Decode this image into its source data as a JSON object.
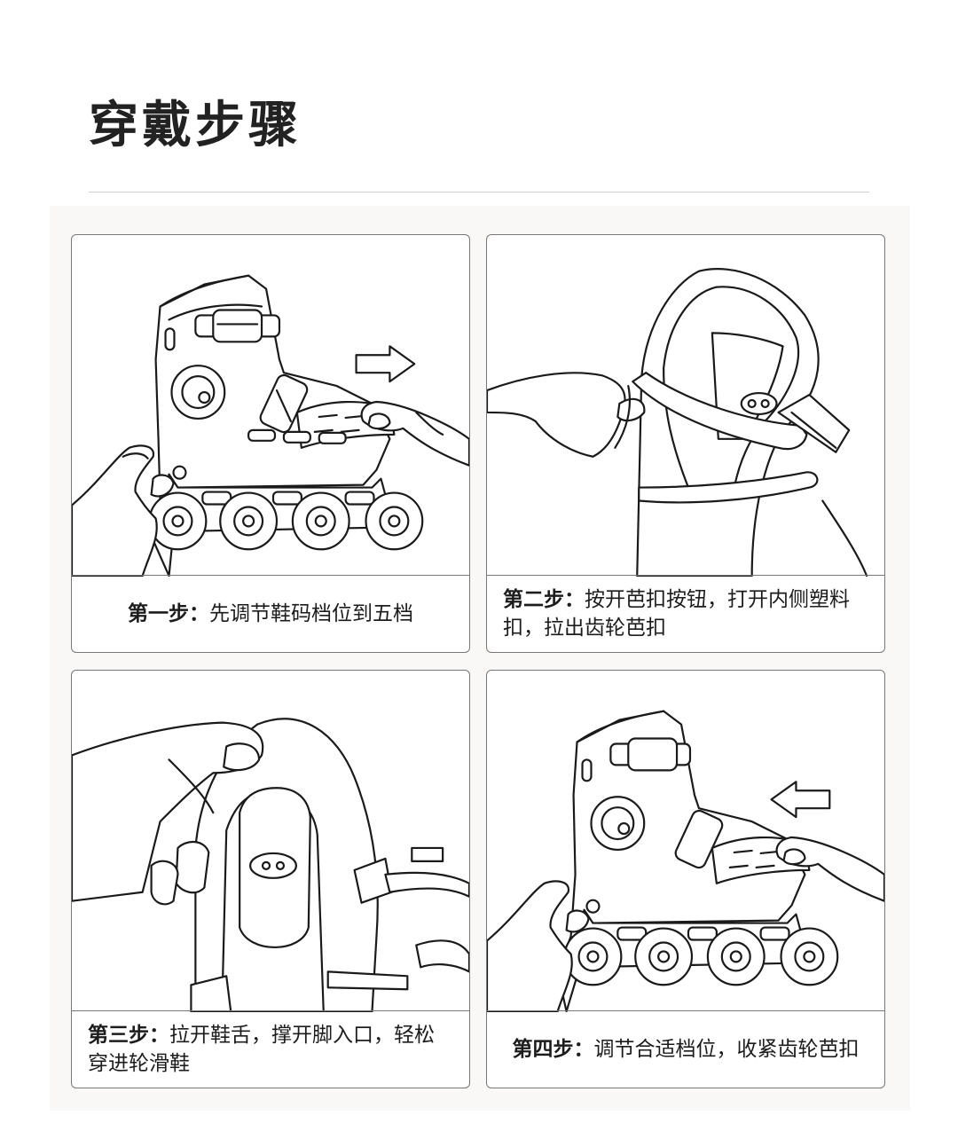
{
  "page_title": "穿戴步骤",
  "steps": [
    {
      "label": "第一步：",
      "text": "先调节鞋码档位到五档"
    },
    {
      "label": "第二步：",
      "text": "按开芭扣按钮，打开内侧塑料扣，拉出齿轮芭扣"
    },
    {
      "label": "第三步：",
      "text": "拉开鞋舌，撑开脚入口，轻松穿进轮滑鞋"
    },
    {
      "label": "第四步：",
      "text": "调节合适档位，收紧齿轮芭扣"
    }
  ],
  "colors": {
    "line": "#1a1a1a",
    "border": "#777777",
    "panel_bg": "#f9f8f7"
  },
  "icons": [
    "arrow-right-icon",
    "arrow-left-icon",
    "brand-mascot-icon"
  ]
}
